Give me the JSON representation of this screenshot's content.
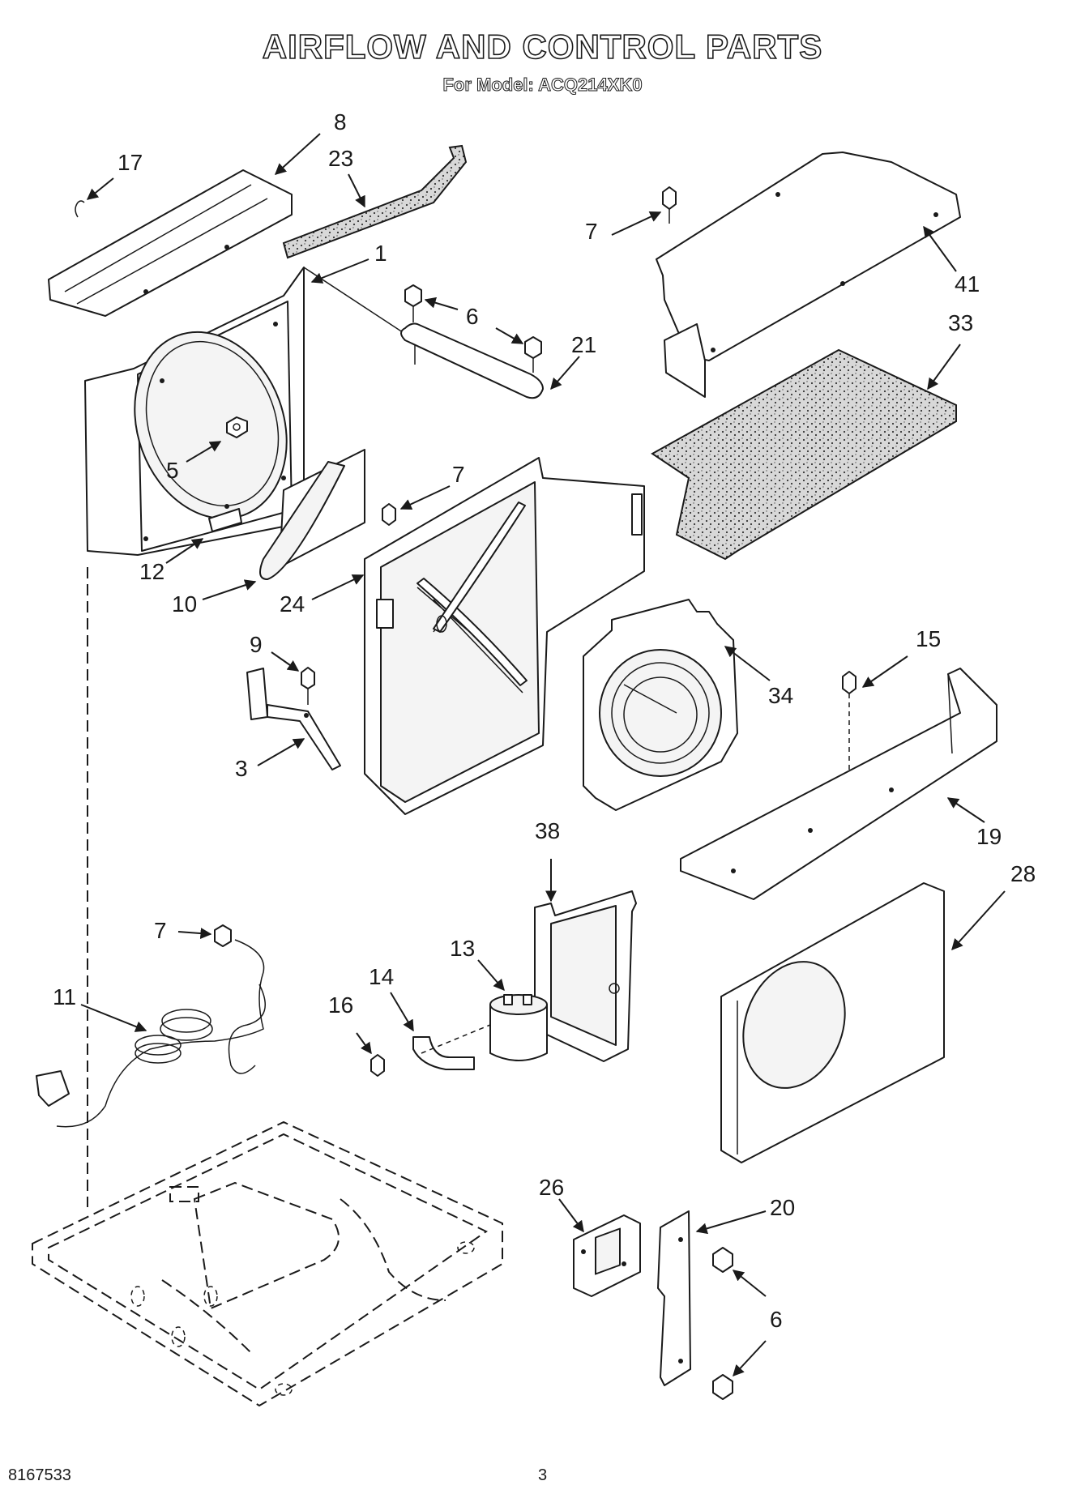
{
  "header": {
    "title": "AIRFLOW AND CONTROL PARTS",
    "subtitle": "For Model: ACQ214XK0"
  },
  "footer": {
    "part_number": "8167533",
    "page_number": "3"
  },
  "callouts": [
    "8",
    "17",
    "23",
    "1",
    "6",
    "21",
    "7",
    "41",
    "33",
    "5",
    "7",
    "12",
    "10",
    "24",
    "9",
    "3",
    "34",
    "15",
    "19",
    "38",
    "28",
    "7",
    "11",
    "14",
    "16",
    "13",
    "26",
    "20",
    "6"
  ]
}
